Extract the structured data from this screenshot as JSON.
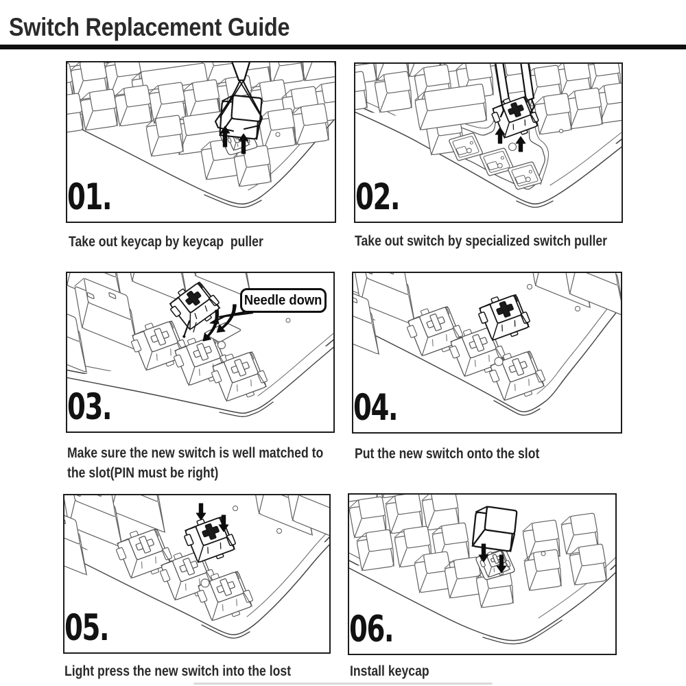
{
  "header": {
    "title": "Switch Replacement Guide"
  },
  "panels": [
    {
      "id": "step-1",
      "number": "01.",
      "caption": "Take out keycap by keycap  puller"
    },
    {
      "id": "step-2",
      "number": "02.",
      "caption": "Take out switch by specialized switch puller"
    },
    {
      "id": "step-3",
      "number": "03.",
      "caption_line1": "Make sure the new switch is well matched to",
      "caption_line2": "the slot(PIN must be right)",
      "bubble_label": "Needle down"
    },
    {
      "id": "step-4",
      "number": "04.",
      "caption": "Put the new switch onto the slot"
    },
    {
      "id": "step-5",
      "number": "05.",
      "caption": "Light press the new switch into the lost"
    },
    {
      "id": "step-6",
      "number": "06.",
      "caption": "Install keycap"
    }
  ]
}
